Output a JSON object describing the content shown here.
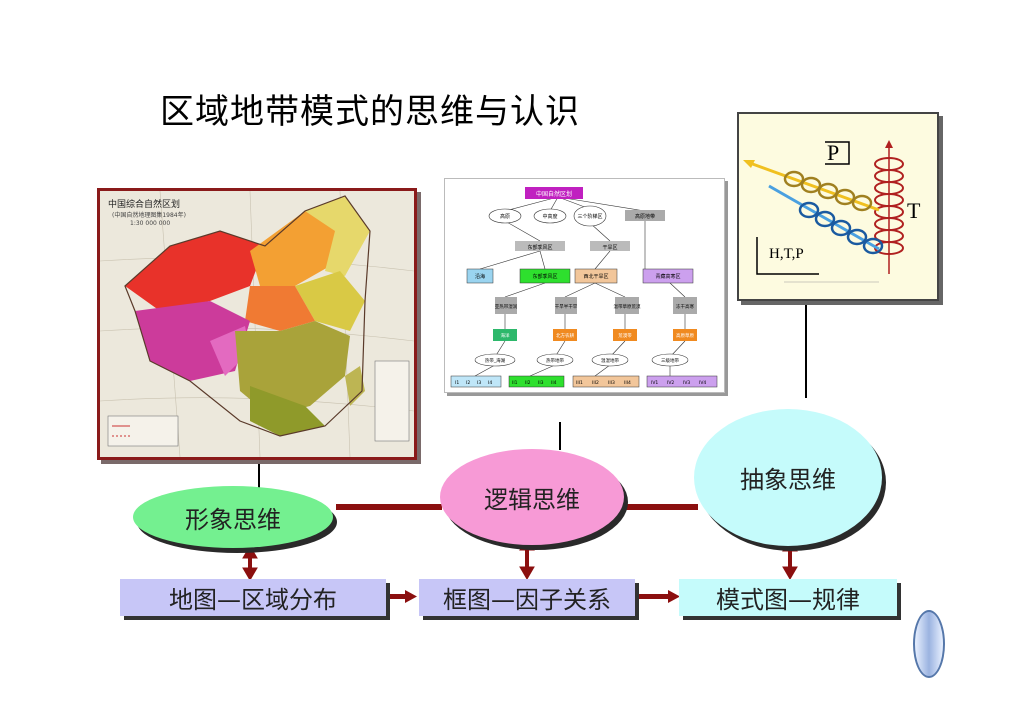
{
  "title": "区域地带模式的思维与认识",
  "images": {
    "map": {
      "title": "中国综合自然区划",
      "subtitle": "(中国自然地理图集1984年)",
      "scale": "1:30 000 000"
    },
    "flowchart": {
      "top": "中国自然区划",
      "row1": [
        "高原",
        "中高度",
        "三个阶梯区",
        "高原地带"
      ],
      "row2": [
        "东部季风区",
        "干旱区"
      ],
      "row3": [
        "沿海",
        "东部季风区",
        "西北干旱区",
        "青藏高寒区"
      ],
      "row4": [
        "亚热带湿润",
        "干旱半干旱",
        "温带草原荒漠",
        "冻干高寒"
      ],
      "row5": [
        "海洋",
        "北方农耕",
        "荒漠带",
        "高原草原"
      ],
      "row6": [
        "热带_海湖",
        "热带地带",
        "温湿地带",
        "三级地带"
      ],
      "bottom": [
        [
          "I1",
          "I2",
          "I3",
          "I4"
        ],
        [
          "II1",
          "II2",
          "II3",
          "II4"
        ],
        [
          "III1",
          "III2",
          "III3",
          "III4"
        ],
        [
          "IV1",
          "IV2",
          "IV3",
          "IV4"
        ]
      ]
    },
    "model": {
      "label_p": "P",
      "label_t": "T",
      "label_htp": "H,T,P"
    }
  },
  "thinking": {
    "image": "形象思维",
    "logic": "逻辑思维",
    "abstract": "抽象思维"
  },
  "boxes": {
    "map": "地图—区域分布",
    "frame": "框图—因子关系",
    "model": "模式图—规律"
  },
  "colors": {
    "connector": "#8b0f0f",
    "oval_image": "#74f090",
    "oval_logic": "#f79ad6",
    "oval_abstract": "#c5fbfb",
    "box_blue": "#c7c6f7"
  }
}
